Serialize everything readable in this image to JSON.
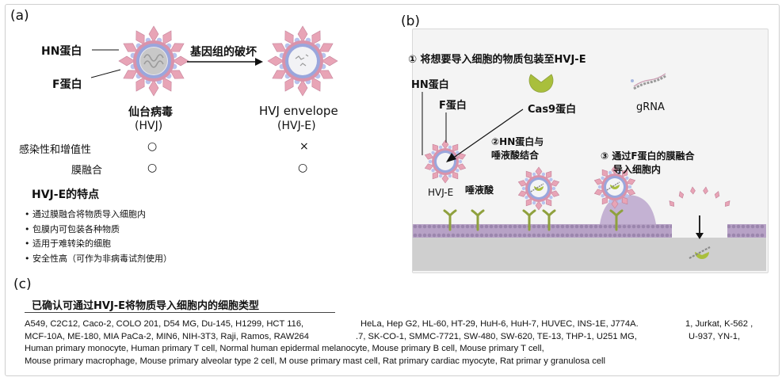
{
  "panel_a": {
    "letter": "(a)",
    "hn_label": "HN蛋白",
    "f_label": "F蛋白",
    "arrow_label": "基因组的破坏",
    "virus_name": "仙台病毒",
    "virus_abbr": "(HVJ)",
    "envelope_name": "HVJ envelope",
    "envelope_abbr": "(HVJ-E)",
    "row1_label": "感染性和增值性",
    "row1_virus": "○",
    "row1_envelope": "×",
    "row2_label": "膜融合",
    "row2_virus": "○",
    "row2_envelope": "○",
    "features_title": "HVJ-E的特点",
    "features": [
      "通过膜融合将物质导入细胞内",
      "包膜内可包装各种物质",
      "适用于难转染的细胞",
      "安全性高（可作为非病毒试剂使用）"
    ]
  },
  "panel_b": {
    "letter": "(b)",
    "step1": "① 将想要导入细胞的物质包装至HVJ-E",
    "hn_label": "HN蛋白",
    "f_label": "F蛋白",
    "cas9_label": "Cas9蛋白",
    "grna_label": "gRNA",
    "step2_line1": "②HN蛋白与",
    "step2_line2": "唾液酸结合",
    "step3_line1": "③ 通过F蛋白的膜融合",
    "step3_line2": "导入细胞内",
    "hvje_label": "HVJ-E",
    "sialic_label": "唾液酸"
  },
  "panel_c": {
    "letter": "(c)",
    "title": "已确认可通过HVJ-E将物质导入细胞内的细胞类型",
    "line1_a": "A549, C2C12, Caco-2, COLO 201, D54 MG, Du-145, H1299, HCT 116,",
    "line1_b": "HeLa, Hep G2, HL-60, HT-29, HuH-6, HuH-7, HUVEC, INS-1E, J774A.",
    "line1_c": "1, Jurkat, K-562 ,",
    "line2_a": "MCF-10A, ME-180, MIA PaCa-2, MIN6, NIH-3T3, Raji, Ramos, RAW264",
    "line2_b": ".7, SK-CO-1, SMMC-7721, SW-480, SW-620, TE-13, THP-1, U251 MG,",
    "line2_c": "U-937, YN-1,",
    "line3": "Human primary monocyte, Human primary T cell, Normal human epidermal melanocyte, Mouse primary B cell, Mouse primary T cell,",
    "line4": "Mouse primary macrophage, Mouse primary alveolar type 2 cell, M ouse primary mast cell, Rat primary cardiac myocyte, Rat primar  y granulosa cell"
  },
  "colors": {
    "spike": "#e8a4b6",
    "envelope_pink": "#d993ab",
    "envelope_blue": "#8f9fd6",
    "core": "#c8c8c8",
    "membrane": "#b7a2c6",
    "receptor": "#8fa13e",
    "cas9": "#a9bf3c"
  }
}
